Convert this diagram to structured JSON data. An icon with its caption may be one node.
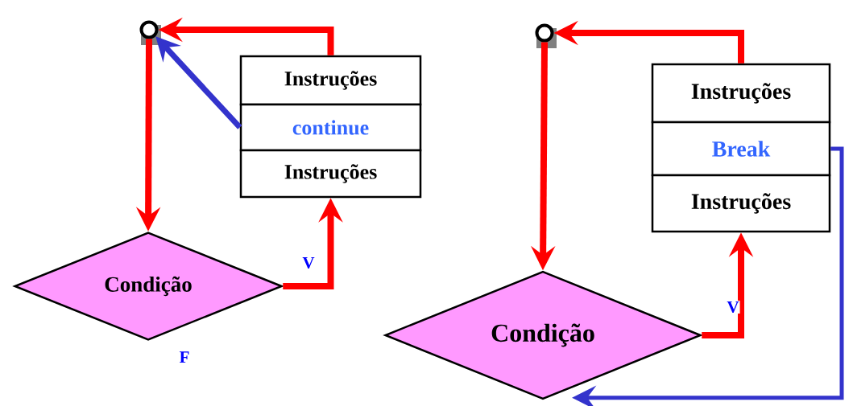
{
  "diagram": {
    "nodes": [
      {
        "text": [],
        "shape": "circle"
      },
      {
        "text": [
          "Instruções"
        ]
      },
      {
        "text": [
          "continue"
        ]
      },
      {
        "text": [
          "Instruções"
        ]
      },
      {
        "text": [
          "Condição"
        ],
        "beside": [
          "F"
        ]
      },
      {
        "text": [],
        "shape": "circle"
      },
      {
        "text": [
          "Instruções"
        ]
      },
      {
        "text": [
          "Break"
        ]
      },
      {
        "text": [
          "Instruções"
        ]
      },
      {
        "text": [
          "Condição"
        ]
      }
    ],
    "edges": [
      {
        "from": 0,
        "to": 4,
        "arrow": "to"
      },
      {
        "from": 4,
        "to": 3,
        "arrow": "to",
        "label": "V"
      },
      {
        "from": 1,
        "to": 0,
        "arrow": "to"
      },
      {
        "from": 2,
        "to": 0,
        "arrow": "to",
        "color": "#3333cc"
      },
      {
        "from": 5,
        "to": 9,
        "arrow": "to"
      },
      {
        "from": 9,
        "to": 8,
        "arrow": "to",
        "label": "V"
      },
      {
        "from": 6,
        "to": 5,
        "arrow": "to"
      },
      {
        "from": 7,
        "to": 9,
        "arrow": "to",
        "color": "#3333cc"
      }
    ]
  }
}
